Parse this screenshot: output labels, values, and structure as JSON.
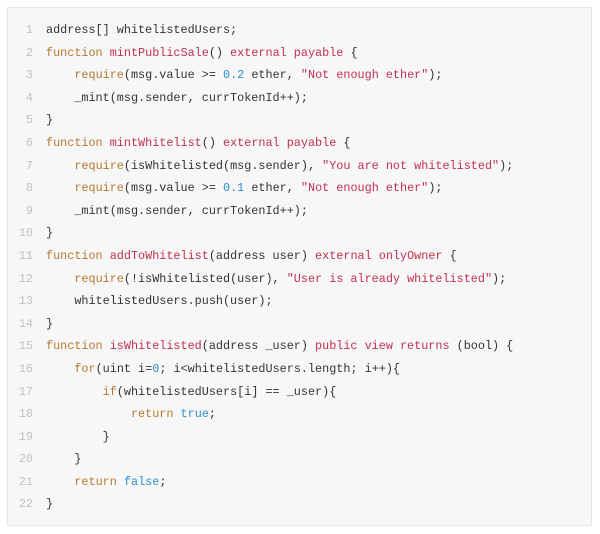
{
  "colors": {
    "background": "#f7f7f7",
    "line_number": "#c2c2c2",
    "plain": "#333333",
    "keyword": "#b5792f",
    "function_name": "#c2304f",
    "string": "#c2304f",
    "number": "#2a8fd0"
  },
  "lines": [
    {
      "n": "1",
      "tokens": [
        [
          "plain",
          "address[] whitelistedUsers;"
        ]
      ]
    },
    {
      "n": "2",
      "tokens": [
        [
          "kw",
          "function "
        ],
        [
          "fn",
          "mintPublicSale"
        ],
        [
          "plain",
          "() "
        ],
        [
          "mod",
          "external payable"
        ],
        [
          "plain",
          " {"
        ]
      ]
    },
    {
      "n": "3",
      "tokens": [
        [
          "plain",
          "    "
        ],
        [
          "kw",
          "require"
        ],
        [
          "plain",
          "(msg.value >= "
        ],
        [
          "num",
          "0.2"
        ],
        [
          "plain",
          " ether, "
        ],
        [
          "str",
          "\"Not enough ether\""
        ],
        [
          "plain",
          ");"
        ]
      ]
    },
    {
      "n": "4",
      "tokens": [
        [
          "plain",
          "    _mint(msg.sender, currTokenId++);"
        ]
      ]
    },
    {
      "n": "5",
      "tokens": [
        [
          "plain",
          "}"
        ]
      ]
    },
    {
      "n": "6",
      "tokens": [
        [
          "kw",
          "function "
        ],
        [
          "fn",
          "mintWhitelist"
        ],
        [
          "plain",
          "() "
        ],
        [
          "mod",
          "external payable"
        ],
        [
          "plain",
          " {"
        ]
      ]
    },
    {
      "n": "7",
      "tokens": [
        [
          "plain",
          "    "
        ],
        [
          "kw",
          "require"
        ],
        [
          "plain",
          "(isWhitelisted(msg.sender), "
        ],
        [
          "str",
          "\"You are not whitelisted\""
        ],
        [
          "plain",
          ");"
        ]
      ]
    },
    {
      "n": "8",
      "tokens": [
        [
          "plain",
          "    "
        ],
        [
          "kw",
          "require"
        ],
        [
          "plain",
          "(msg.value >= "
        ],
        [
          "num",
          "0.1"
        ],
        [
          "plain",
          " ether, "
        ],
        [
          "str",
          "\"Not enough ether\""
        ],
        [
          "plain",
          ");"
        ]
      ]
    },
    {
      "n": "9",
      "tokens": [
        [
          "plain",
          "    _mint(msg.sender, currTokenId++);"
        ]
      ]
    },
    {
      "n": "10",
      "tokens": [
        [
          "plain",
          "}"
        ]
      ]
    },
    {
      "n": "11",
      "tokens": [
        [
          "kw",
          "function "
        ],
        [
          "fn",
          "addToWhitelist"
        ],
        [
          "plain",
          "(address user) "
        ],
        [
          "mod",
          "external onlyOwner"
        ],
        [
          "plain",
          " {"
        ]
      ]
    },
    {
      "n": "12",
      "tokens": [
        [
          "plain",
          "    "
        ],
        [
          "kw",
          "require"
        ],
        [
          "plain",
          "(!isWhitelisted(user), "
        ],
        [
          "str",
          "\"User is already whitelisted\""
        ],
        [
          "plain",
          ");"
        ]
      ]
    },
    {
      "n": "13",
      "tokens": [
        [
          "plain",
          "    whitelistedUsers.push(user);"
        ]
      ]
    },
    {
      "n": "14",
      "tokens": [
        [
          "plain",
          "}"
        ]
      ]
    },
    {
      "n": "15",
      "tokens": [
        [
          "kw",
          "function "
        ],
        [
          "fn",
          "isWhitelisted"
        ],
        [
          "plain",
          "(address _user) "
        ],
        [
          "mod",
          "public view returns"
        ],
        [
          "plain",
          " (bool) {"
        ]
      ]
    },
    {
      "n": "16",
      "tokens": [
        [
          "plain",
          "    "
        ],
        [
          "kw",
          "for"
        ],
        [
          "plain",
          "(uint i="
        ],
        [
          "num",
          "0"
        ],
        [
          "plain",
          "; i<whitelistedUsers.length; i++){"
        ]
      ]
    },
    {
      "n": "17",
      "tokens": [
        [
          "plain",
          "        "
        ],
        [
          "kw",
          "if"
        ],
        [
          "plain",
          "(whitelistedUsers[i] == _user){"
        ]
      ]
    },
    {
      "n": "18",
      "tokens": [
        [
          "plain",
          "            "
        ],
        [
          "kw",
          "return"
        ],
        [
          "plain",
          " "
        ],
        [
          "bool",
          "true"
        ],
        [
          "plain",
          ";"
        ]
      ]
    },
    {
      "n": "19",
      "tokens": [
        [
          "plain",
          "        }"
        ]
      ]
    },
    {
      "n": "20",
      "tokens": [
        [
          "plain",
          "    }"
        ]
      ]
    },
    {
      "n": "21",
      "tokens": [
        [
          "plain",
          "    "
        ],
        [
          "kw",
          "return"
        ],
        [
          "plain",
          " "
        ],
        [
          "bool",
          "false"
        ],
        [
          "plain",
          ";"
        ]
      ]
    },
    {
      "n": "22",
      "tokens": [
        [
          "plain",
          "}"
        ]
      ]
    }
  ]
}
